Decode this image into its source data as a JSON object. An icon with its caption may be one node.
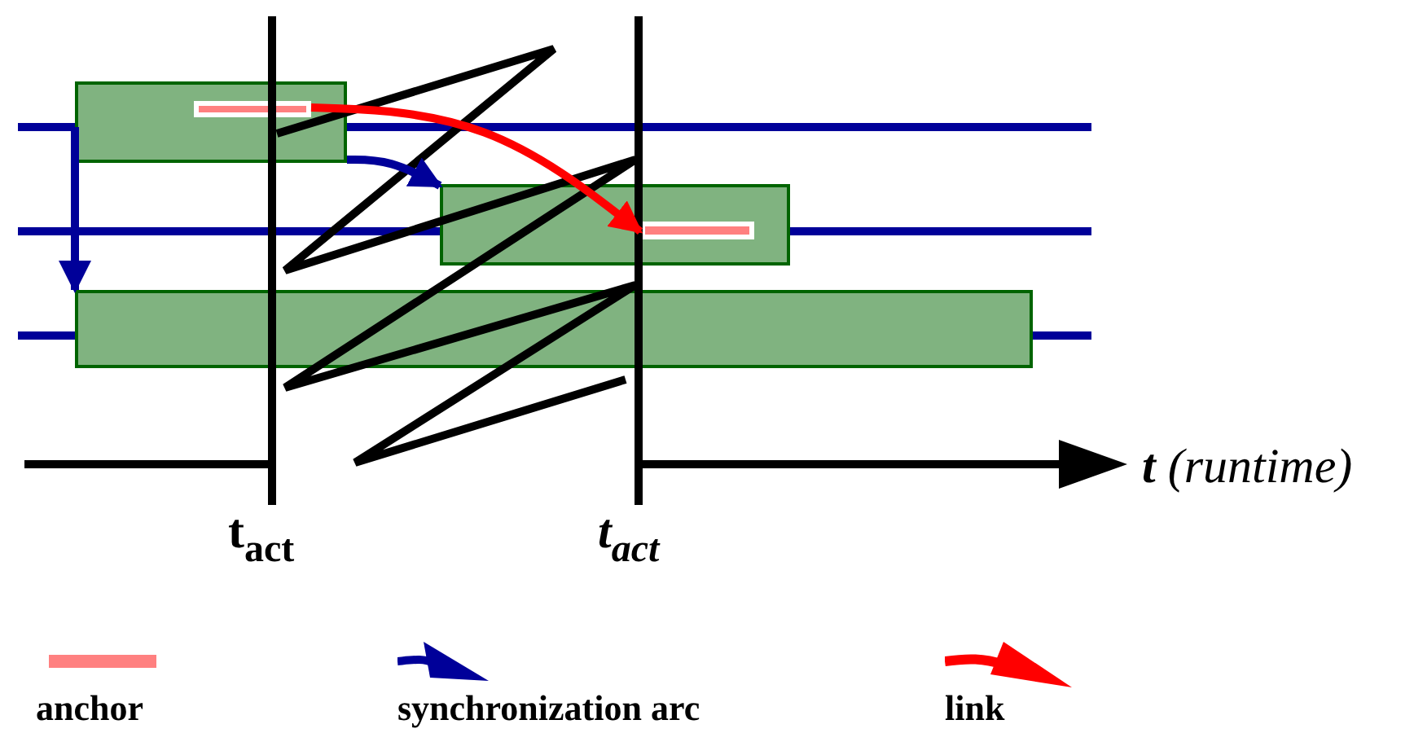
{
  "diagram": {
    "nodes": [
      {
        "text": [],
        "shape": "box"
      },
      {
        "text": [],
        "shape": "bar",
        "in": 0
      },
      {
        "text": [],
        "shape": "box"
      },
      {
        "text": [],
        "shape": "bar",
        "in": 2
      },
      {
        "text": [],
        "shape": "box"
      }
    ],
    "edges": [
      {
        "from": 0,
        "to": 4,
        "arrow": "to"
      },
      {
        "from": 0,
        "to": 2,
        "arrow": "to"
      },
      {
        "from": 1,
        "to": 3,
        "arrow": "to",
        "color": "#ff0000"
      }
    ],
    "labels": [
      "t$_{act}$",
      "t$_{act}$",
      "**t** (runtime)"
    ],
    "legend": [
      {
        "text": "anchor"
      },
      {
        "text": "synchronization arc"
      },
      {
        "text": "link"
      }
    ]
  }
}
